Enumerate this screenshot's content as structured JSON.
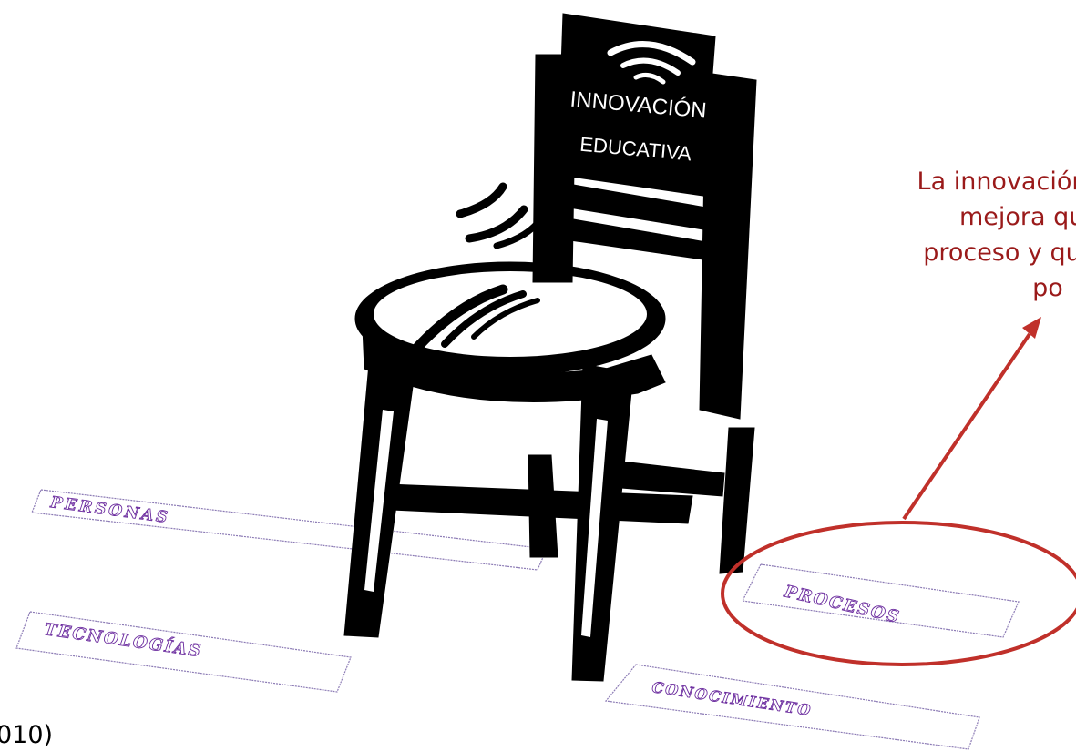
{
  "backrest_label": {
    "line1": "INNOVACIÓN",
    "line2": "EDUCATIVA"
  },
  "legs": {
    "personas": "PERSONAS",
    "tecnologias": "TECNOLOGÍAS",
    "procesos": "PROCESOS",
    "conocimiento": "CONOCIMIENTO"
  },
  "callout": {
    "line1": "La innovación",
    "line2": "mejora que",
    "line3": "proceso y qu",
    "line4": "po"
  },
  "footer_note": "010)",
  "colors": {
    "chair": "#000000",
    "label_text": "#6a2a9e",
    "label_border": "#8c7bb5",
    "callout_text": "#9a1a1a",
    "highlight": "#c0302a"
  }
}
